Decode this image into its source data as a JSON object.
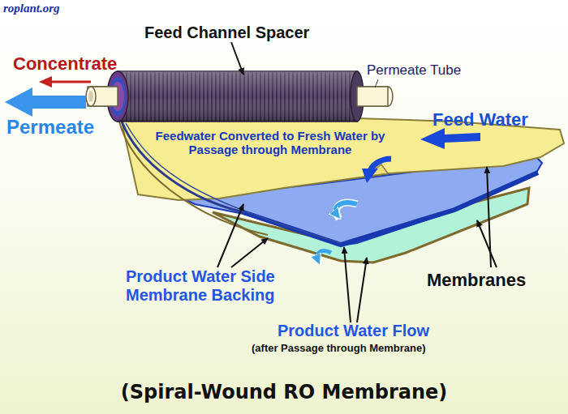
{
  "diagram": {
    "caption": "(Spiral-Wound RO Membrane)",
    "labels": [
      "roplant.org",
      "Feed Channel Spacer",
      "Concentrate",
      "Permeate Tube",
      "Permeate",
      "Feed Water",
      "Feedwater Converted to Fresh Water by Passage through Membrane",
      "Product Water Side Membrane Backing",
      "Membranes",
      "Product Water Flow",
      "(after Passage through Membrane)"
    ]
  }
}
